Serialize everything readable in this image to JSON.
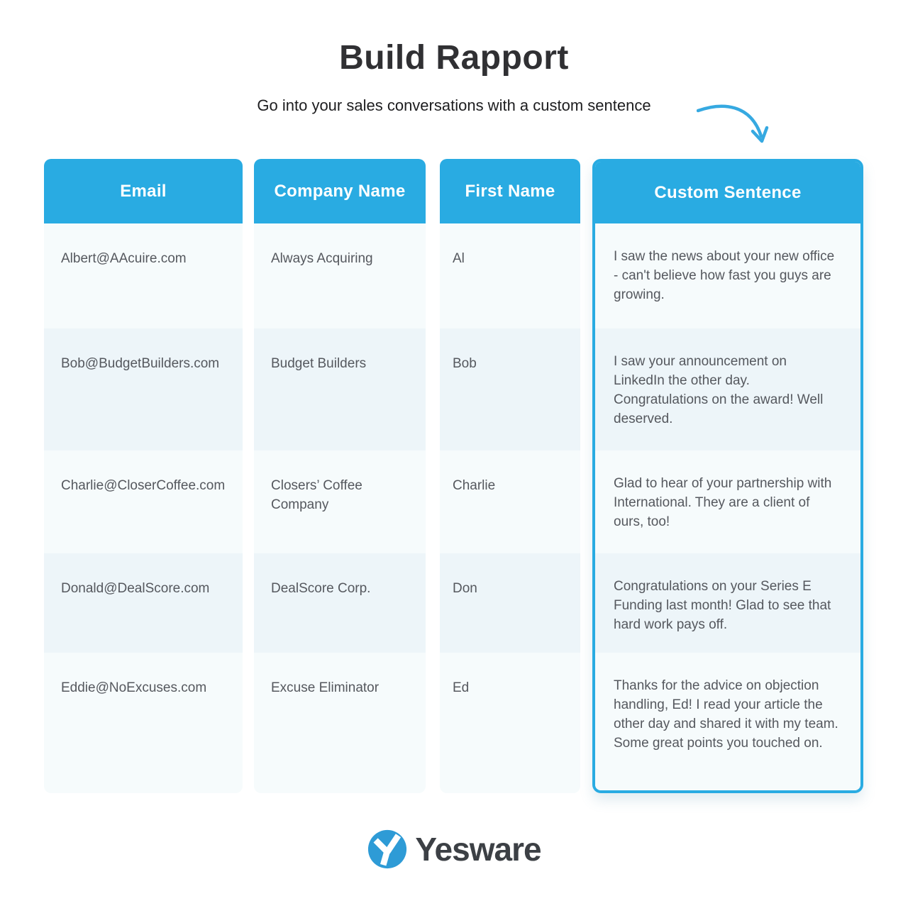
{
  "page": {
    "title": "Build Rapport",
    "subtitle": "Go into your sales conversations with a custom sentence"
  },
  "table": {
    "columns": [
      {
        "key": "email",
        "label": "Email"
      },
      {
        "key": "company",
        "label": "Company Name"
      },
      {
        "key": "first_name",
        "label": "First Name"
      },
      {
        "key": "custom_sentence",
        "label": "Custom Sentence"
      }
    ],
    "rows": [
      {
        "email": "Albert@AAcuire.com",
        "company": "Always Acquiring",
        "first_name": "Al",
        "custom_sentence": "I saw the news about your new office - can't believe how fast you guys are growing."
      },
      {
        "email": "Bob@BudgetBuilders.com",
        "company": "Budget Builders",
        "first_name": "Bob",
        "custom_sentence": "I saw your announcement on LinkedIn the other day. Congratulations on the award! Well deserved."
      },
      {
        "email": "Charlie@CloserCoffee.com",
        "company": "Closers’ Coffee Company",
        "first_name": "Charlie",
        "custom_sentence": "Glad to hear of your partnership with International. They are a client of ours, too!"
      },
      {
        "email": "Donald@DealScore.com",
        "company": "DealScore Corp.",
        "first_name": "Don",
        "custom_sentence": "Congratulations on your Series E Funding last month! Glad to see that hard work pays off."
      },
      {
        "email": "Eddie@NoExcuses.com",
        "company": "Excuse Eliminator",
        "first_name": "Ed",
        "custom_sentence": "Thanks for the advice on objection handling, Ed! I read your article the other day and shared it with my team. Some great points you touched on."
      }
    ]
  },
  "branding": {
    "logo_text": "Yesware"
  },
  "colors": {
    "accent_blue": "#29ABE2",
    "row_light": "#F6FBFC",
    "row_dark": "#EDF5F9",
    "header_text": "#FFFFFF",
    "body_text": "#55585E",
    "title_text": "#303033",
    "logo_circle_blue": "#2E9BD6",
    "logo_text_color": "#3C4045"
  }
}
